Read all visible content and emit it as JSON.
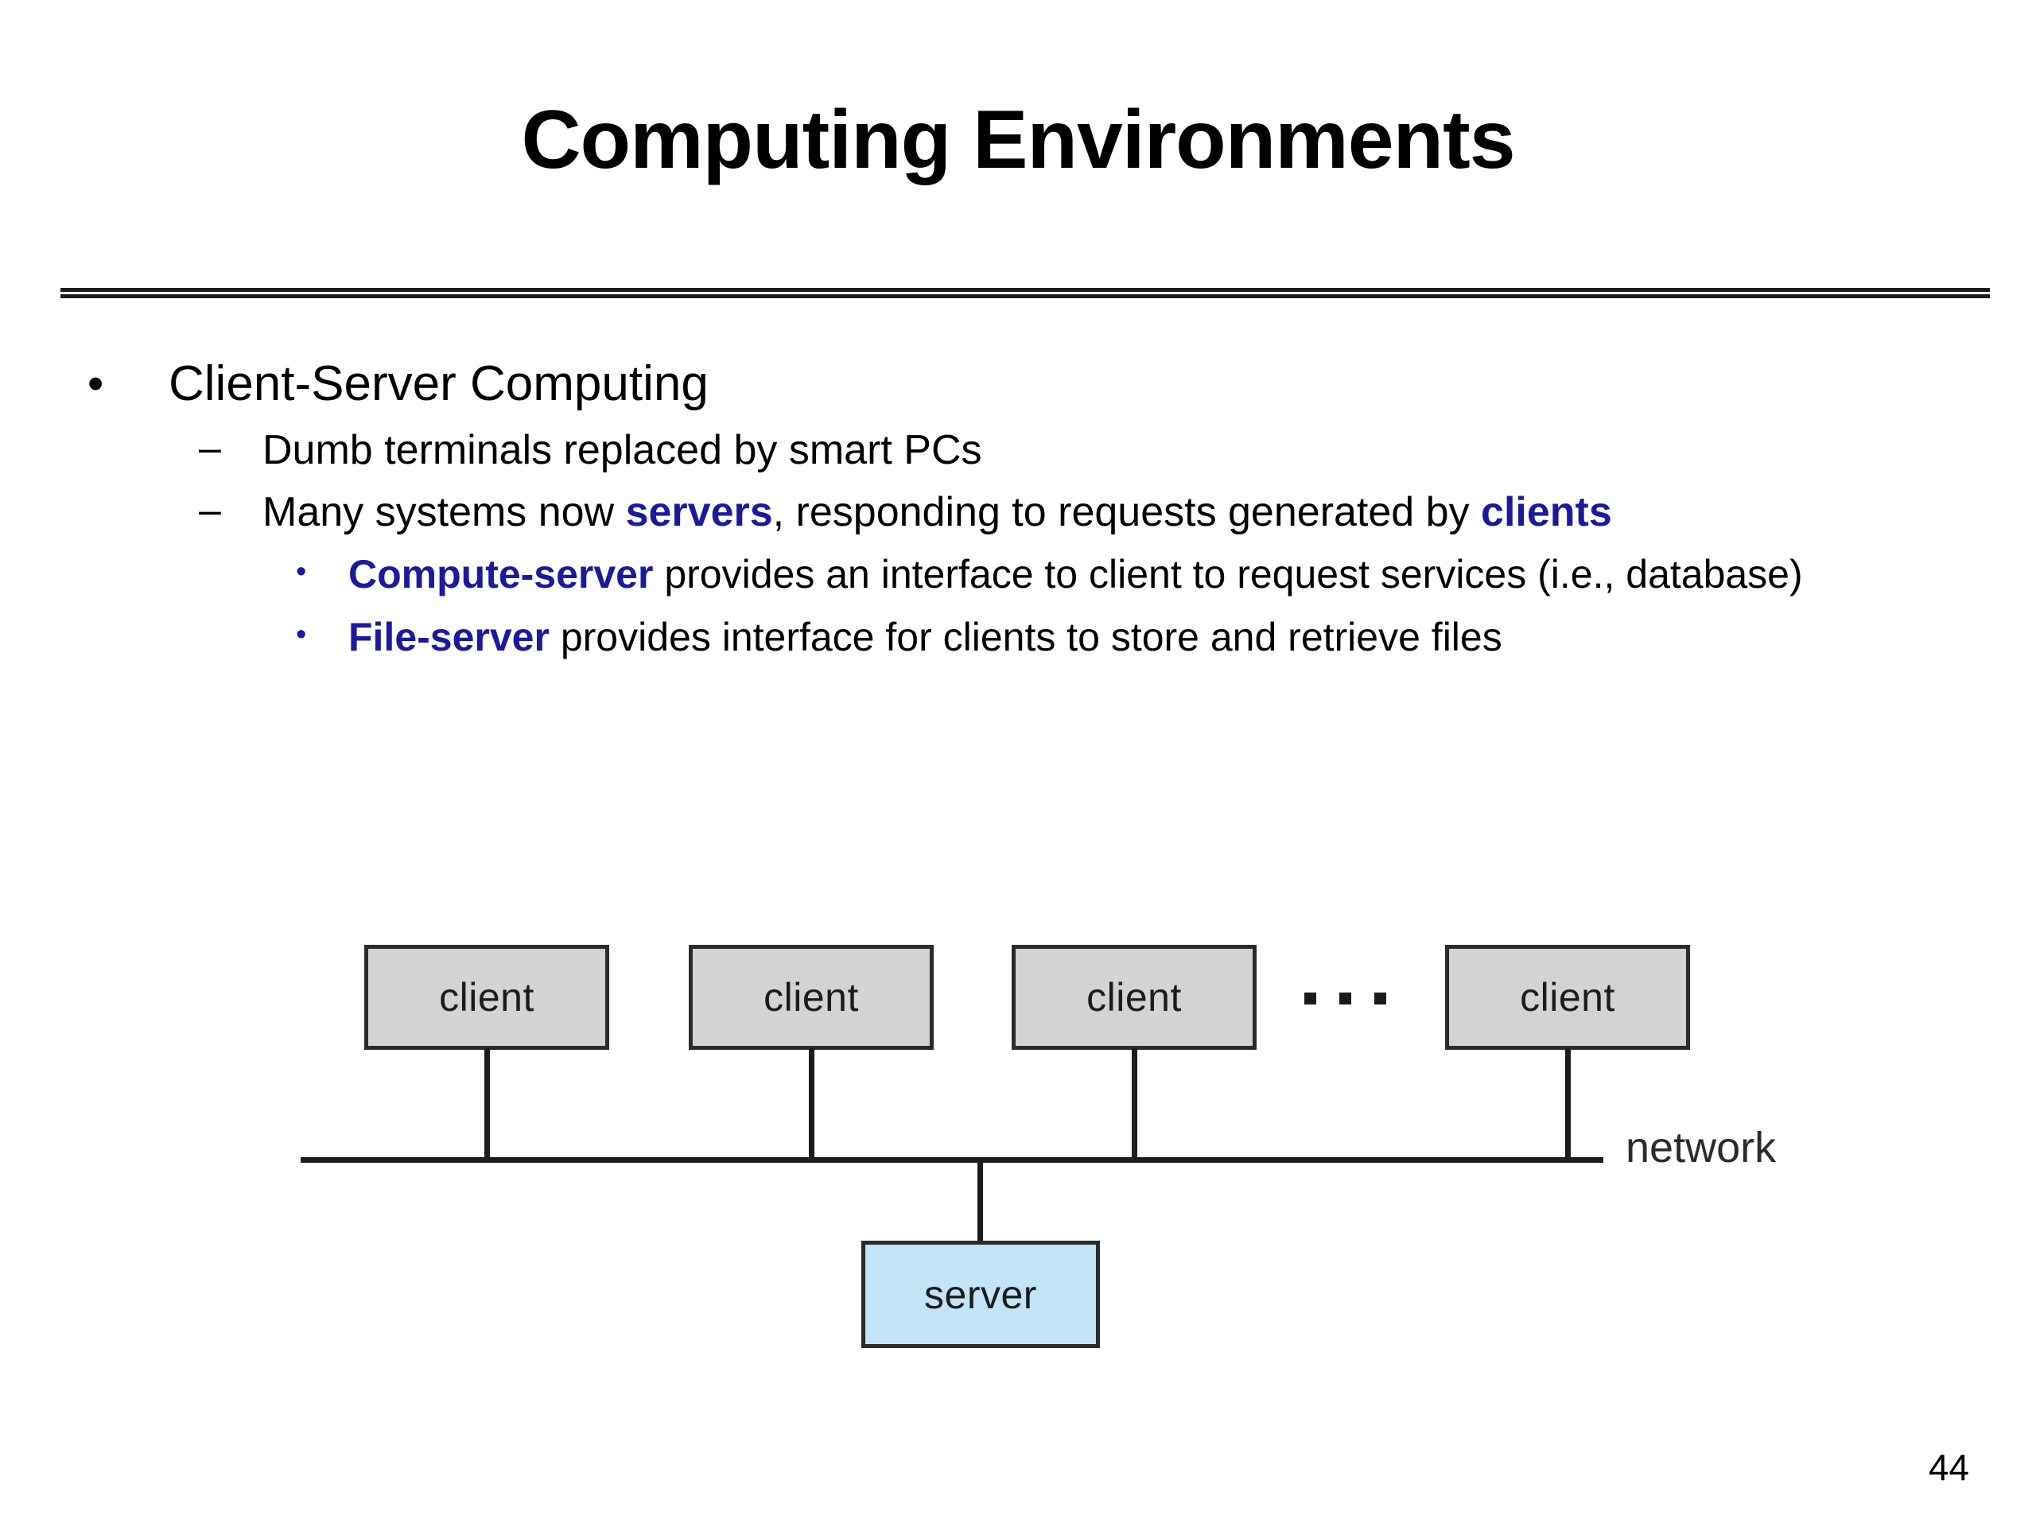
{
  "slide": {
    "title": "Computing Environments",
    "page_number": "44",
    "accent_blue": "#1a1a9e",
    "client_box_fill": "#d3d3d3",
    "server_box_fill": "#c2e4f6",
    "border_color": "#2b2b2b"
  },
  "bullets": {
    "level1": {
      "marker": "•",
      "text": "Client-Server Computing"
    },
    "level2": [
      {
        "marker": "–",
        "segments": [
          {
            "text": "Dumb terminals replaced by smart PCs",
            "style": "plain"
          }
        ]
      },
      {
        "marker": "–",
        "segments": [
          {
            "text": "Many systems now ",
            "style": "plain"
          },
          {
            "text": "servers",
            "style": "highlight"
          },
          {
            "text": ", responding to requests generated by ",
            "style": "plain"
          },
          {
            "text": "clients",
            "style": "highlight"
          }
        ]
      }
    ],
    "level3": [
      {
        "marker": "•",
        "segments": [
          {
            "text": "Compute-server",
            "style": "highlight"
          },
          {
            "text": " provides an interface to client to request services (i.e., database)",
            "style": "plain"
          }
        ]
      },
      {
        "marker": "•",
        "segments": [
          {
            "text": "File-server",
            "style": "highlight"
          },
          {
            "text": " provides interface for clients to store and retrieve files",
            "style": "plain"
          }
        ]
      }
    ]
  },
  "diagram": {
    "clients": [
      {
        "label": "client"
      },
      {
        "label": "client"
      },
      {
        "label": "client"
      },
      {
        "label": "client"
      }
    ],
    "ellipsis": "...",
    "network_label": "network",
    "server": {
      "label": "server"
    }
  }
}
